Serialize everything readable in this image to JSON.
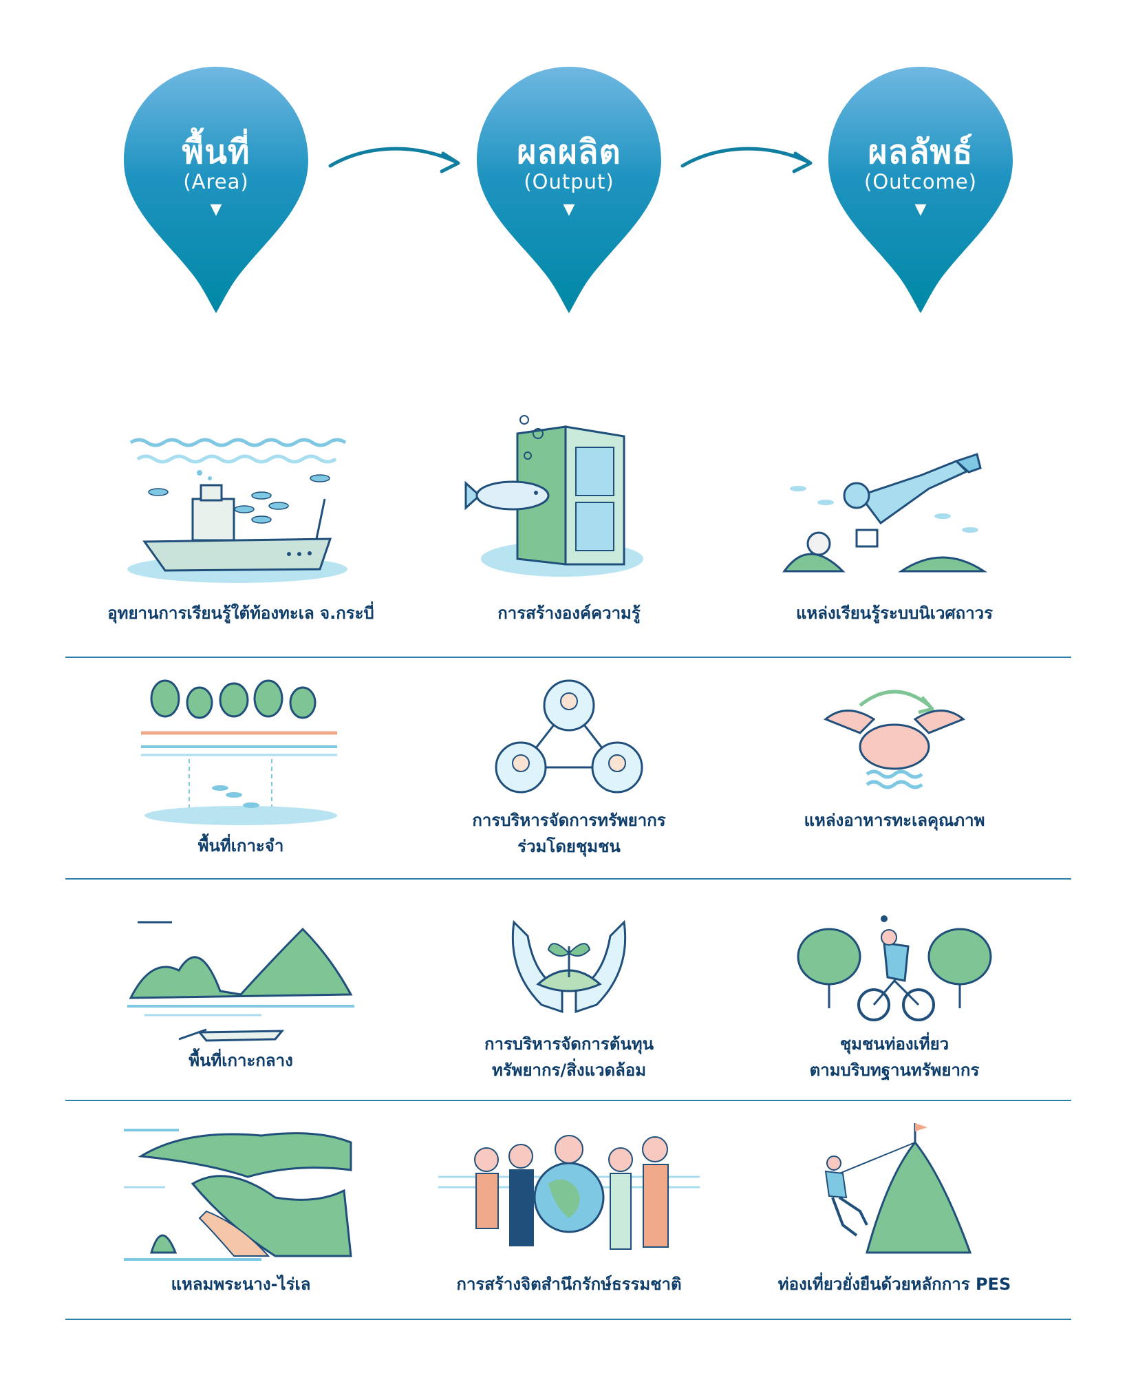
{
  "colors": {
    "pin_top": "#6fb8e2",
    "pin_bottom": "#0088a5",
    "arrow": "#0f7ea0",
    "caption": "#0e3d6a",
    "rule": "#2a7fa8",
    "green": "#7fc494",
    "light_blue": "#a8dcef",
    "navy": "#1f4f7a"
  },
  "pins": [
    {
      "thai": "พื้นที่",
      "eng": "(Area)",
      "marker": "▼"
    },
    {
      "thai": "ผลผลิต",
      "eng": "(Output)",
      "marker": "▼"
    },
    {
      "thai": "ผลลัพธ์",
      "eng": "(Outcome)",
      "marker": "▼"
    }
  ],
  "rows": [
    {
      "area": {
        "label": "อุทยานการเรียนรู้ใต้ท้องทะเล จ.กระบี่",
        "icon": "shipwreck-icon"
      },
      "output": {
        "label": "การสร้างองค์ความรู้",
        "icon": "book-fish-icon"
      },
      "outcome": {
        "label": "แหล่งเรียนรู้ระบบนิเวศถาวร",
        "icon": "diver-icon"
      }
    },
    {
      "area": {
        "label": "พื้นที่เกาะจำ",
        "icon": "mangrove-icon"
      },
      "output": {
        "label": "การบริหารจัดการทรัพยากร",
        "label2": "ร่วมโดยชุมชน",
        "icon": "community-network-icon"
      },
      "outcome": {
        "label": "แหล่งอาหารทะเลคุณภาพ",
        "icon": "crab-icon"
      }
    },
    {
      "area": {
        "label": "พื้นที่เกาะกลาง",
        "icon": "island-boat-icon"
      },
      "output": {
        "label": "การบริหารจัดการต้นทุน",
        "label2": "ทรัพยากร/สิ่งแวดล้อม",
        "icon": "hands-sprout-icon"
      },
      "outcome": {
        "label": "ชุมชนท่องเที่ยว",
        "label2": "ตามบริบทฐานทรัพยากร",
        "icon": "cyclist-icon"
      }
    },
    {
      "area": {
        "label": "แหลมพระนาง-ไร่เล",
        "icon": "coast-map-icon"
      },
      "output": {
        "label": "การสร้างจิตสำนึกรักษ์ธรรมชาติ",
        "icon": "people-globe-icon"
      },
      "outcome": {
        "label": "ท่องเที่ยวยั่งยืนด้วยหลักการ PES",
        "icon": "climber-mountain-icon"
      }
    }
  ]
}
